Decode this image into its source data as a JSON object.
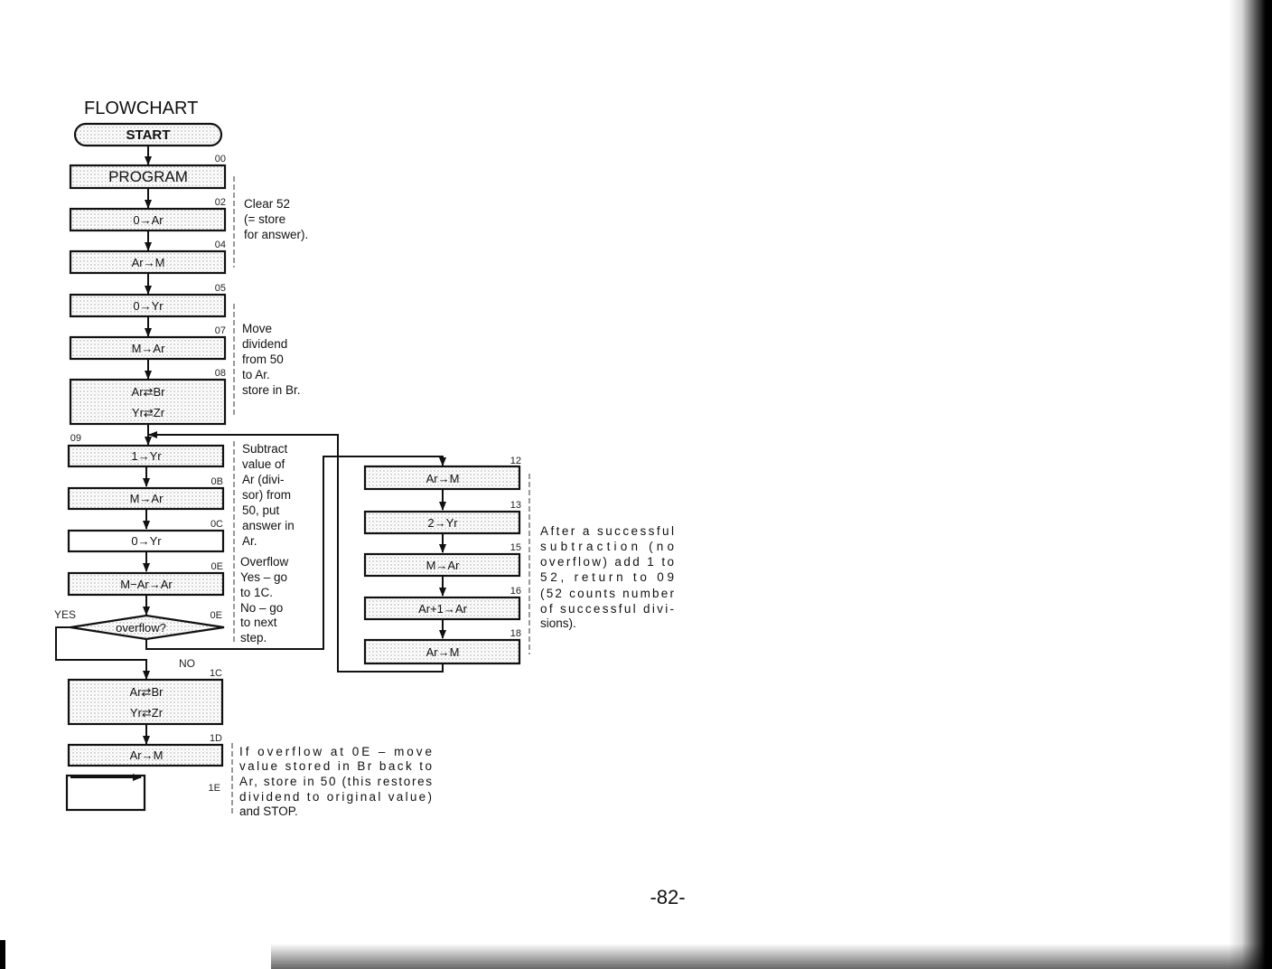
{
  "heading": "FLOWCHART",
  "page_number": "-82-",
  "labels": {
    "yes": "YES",
    "no": "NO"
  },
  "nodes": {
    "start": {
      "text": "START"
    },
    "program": {
      "text": "PROGRAM",
      "step": "00"
    },
    "clear_ar": {
      "text": "0→Ar",
      "step": "02"
    },
    "store_m": {
      "text": "Ar→M",
      "step": "04"
    },
    "zero_yr1": {
      "text": "0→Yr",
      "step": "05"
    },
    "recall_ar1": {
      "text": "M→Ar",
      "step": "07"
    },
    "exchange1": {
      "line1": "Ar⇄Br",
      "line2": "Yr⇄Zr",
      "step": "08"
    },
    "one_yr": {
      "text": "1→Yr",
      "step": "09"
    },
    "recall_ar2": {
      "text": "M→Ar",
      "step": "0B"
    },
    "zero_yr2": {
      "text": "0→Yr",
      "step": "0C"
    },
    "subtract": {
      "text": "M−Ar→Ar",
      "step": "0E"
    },
    "overflow": {
      "text": "overflow?",
      "step": "0E"
    },
    "exchange2": {
      "line1": "Ar⇄Br",
      "line2": "Yr⇄Zr",
      "step": "1C"
    },
    "store_m2": {
      "text": "Ar→M",
      "step": "1D"
    },
    "stop_box": {
      "text": "",
      "step": "1E"
    },
    "r_store": {
      "text": "Ar→M",
      "step": "12"
    },
    "r_two_yr": {
      "text": "2→Yr",
      "step": "13"
    },
    "r_recall": {
      "text": "M→Ar",
      "step": "15"
    },
    "r_add": {
      "text": "Ar+1→Ar",
      "step": "16"
    },
    "r_store2": {
      "text": "Ar→M",
      "step": "18"
    }
  },
  "annotations": {
    "clear": [
      "Clear 52",
      "(= store",
      "for answer)."
    ],
    "move": [
      "Move",
      "dividend",
      "from 50",
      "to Ar.",
      "store in Br."
    ],
    "subtract": [
      "Subtract",
      "value of",
      "Ar (divi-",
      "sor) from",
      "50, put",
      "answer in",
      "Ar."
    ],
    "overflow": [
      "Overflow",
      "Yes – go",
      "to 1C.",
      "No – go",
      "to next",
      "step."
    ],
    "success": [
      "After a successful",
      "subtraction (no",
      "overflow) add 1 to",
      "52, return to 09",
      "(52 counts number",
      "of successful divi-",
      "sions)."
    ],
    "restore": [
      "If overflow at 0E – move",
      "value stored in Br back to",
      "Ar, store in 50 (this restores",
      "dividend to original value)",
      "and STOP."
    ]
  }
}
